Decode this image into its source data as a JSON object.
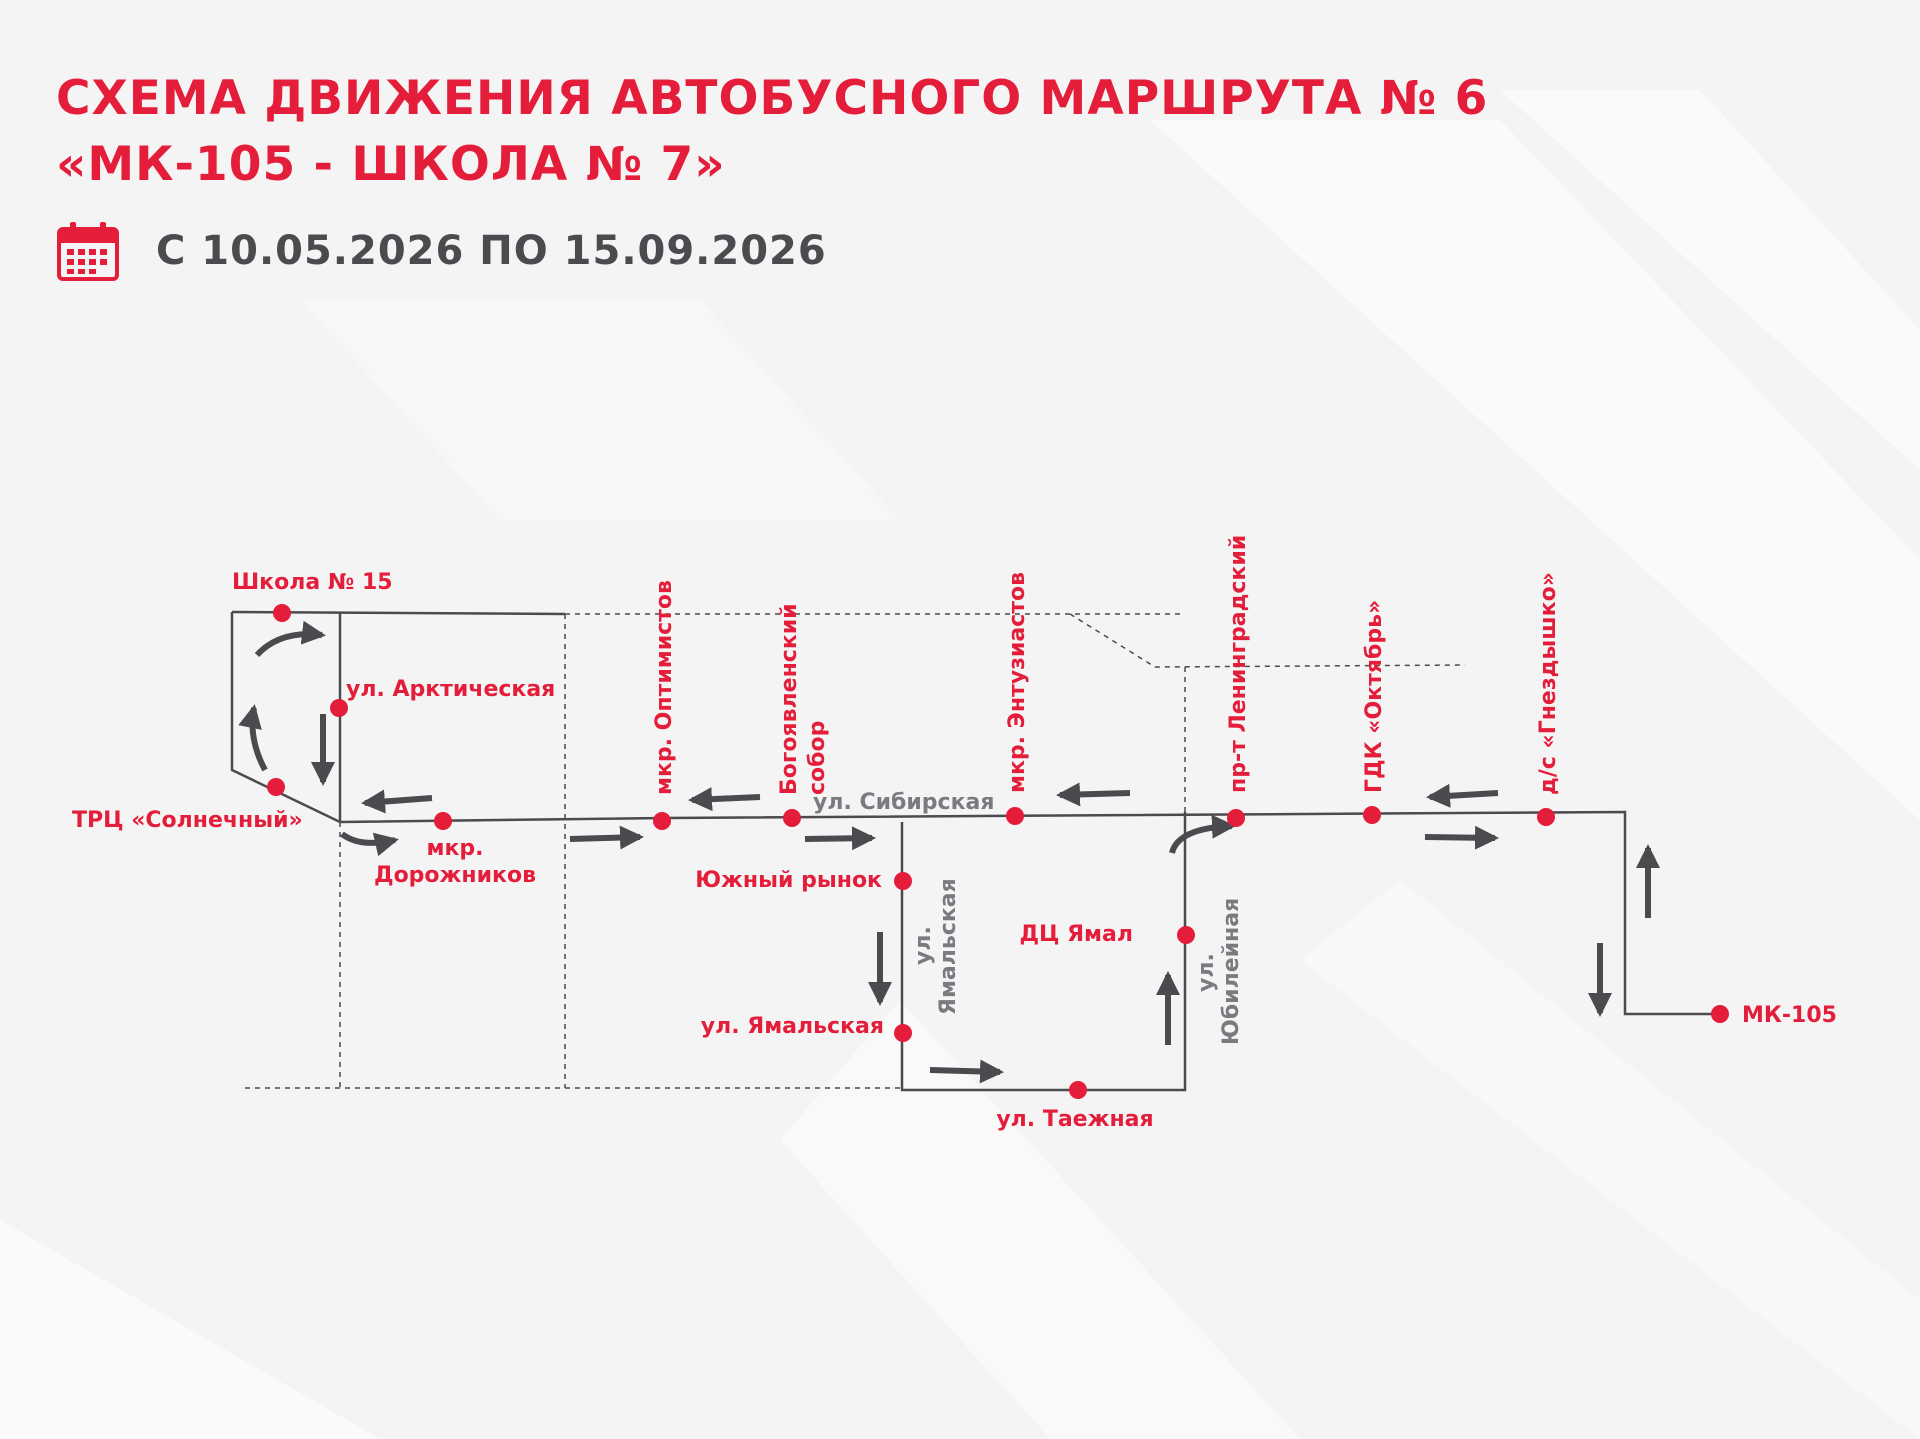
{
  "header": {
    "title_line1": "СХЕМА ДВИЖЕНИЯ АВТОБУСНОГО МАРШРУТА № 6",
    "title_line2": "«МК-105 - ШКОЛА № 7»",
    "date_range": "С 10.05.2026 ПО 15.09.2026",
    "calendar_icon": "calendar-icon"
  },
  "colors": {
    "accent": "#e41e3a",
    "route_line": "#4a4a4f",
    "street_label": "#7a7a80",
    "background": "#f4f4f5"
  },
  "stops": {
    "school15": "Школа № 15",
    "arkticheskaya": "ул. Арктическая",
    "solnechny": "ТРЦ «Солнечный»",
    "dorozhnikov_1": "мкр.",
    "dorozhnikov_2": "Дорожников",
    "optimistov": "мкр. Оптимистов",
    "sobor_1": "Богоявленский",
    "sobor_2": "собор",
    "entuziastov": "мкр. Энтузиастов",
    "leningradsky": "пр-т Ленинградский",
    "gdk": "ГДК «Октябрь»",
    "gnezdyshko": "д/с «Гнездышко»",
    "yuzhny_rynok": "Южный рынок",
    "yamalskaya": "ул. Ямальская",
    "taezhnaya": "ул. Таежная",
    "dc_yamal": "ДЦ Ямал",
    "mk105": "МК-105"
  },
  "streets": {
    "sibirskaya": "ул. Сибирская",
    "yamalskaya_1": "ул.",
    "yamalskaya_2": "Ямальская",
    "yubileynaya_1": "ул.",
    "yubileynaya_2": "Юбилейная"
  }
}
